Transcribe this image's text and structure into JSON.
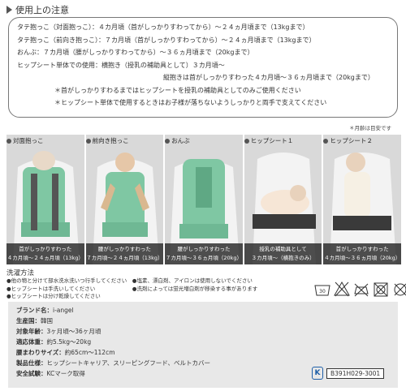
{
  "caution": {
    "title": "使用上の注意",
    "lines": [
      "タテ抱っこ（対面抱っこ）：４カ月頃（首がしっかりすわってから）～２４ヵ月頃まで（13kgまで）",
      "タテ抱っこ（前向き抱っこ）：７カ月頃（首がしっかりすわってから）～２４ヵ月頃まで（13kgまで）",
      "おんぶ：７カ月頃（腰がしっかりすわってから）～３６ヵ月頃まで（20kgまで）",
      "ヒップシート単体での使用：横抱き（授乳の補助具として）３カ月頃～",
      "縦抱きは首がしっかりすわった４カ月頃～３６ヵ月頃まで（20kgまで）",
      "＊首がしっかりすわるまではヒップシートを授乳の補助具としてのみご使用ください",
      "＊ヒップシート単体で使用するときはお子様が落ちないようしっかりと両手で支えてください"
    ],
    "footnote": "＊月齢は目安です"
  },
  "panels": [
    {
      "label": "対面抱っこ",
      "caption1": "首がしっかりすわった",
      "caption2": "４カ月頃～２４ヵ月頃（13kg）"
    },
    {
      "label": "前向き抱っこ",
      "caption1": "腰がしっかりすわった",
      "caption2": "７カ月頃～２４ヵ月頃（13kg）"
    },
    {
      "label": "おんぶ",
      "caption1": "腰がしっかりすわった",
      "caption2": "７カ月頃～３６ヵ月頃（20kg）"
    },
    {
      "label": "ヒップシート１",
      "caption1": "授乳の補助具として",
      "caption2": "３カ月頃～（横抱きのみ）"
    },
    {
      "label": "ヒップシート２",
      "caption1": "首がしっかりすわった",
      "caption2": "４カ月頃～３６ヵ月頃（20kg）"
    }
  ],
  "washing": {
    "title": "洗濯方法",
    "lines": [
      "●他の物と分けて部水洗水洗いつ行手してください　●塩素、漂白剤、アイロンは使用しないでください",
      "●ヒップシートは手洗いしてください　　　　　　　●洗剤によっては蛍光増白剤が移染する事があります",
      "●ヒップシートは分け乾燥してください"
    ],
    "icons": [
      "hand-wash-30-icon",
      "no-bleach-icon",
      "no-iron-icon",
      "no-tumble-dry-icon",
      "no-dry-clean-icon",
      "line-dry-icon"
    ]
  },
  "spec": {
    "rows": [
      {
        "k": "ブランド名：",
        "v": "i-angel"
      },
      {
        "k": "生産国：",
        "v": "韓国"
      },
      {
        "k": "対象年齢：",
        "v": "3ヶ月頃～36ヶ月頃"
      },
      {
        "k": "適応体重：",
        "v": "約5.5kg～20kg"
      },
      {
        "k": "腰まわりサイズ：",
        "v": "約65cm～112cm"
      },
      {
        "k": "製品仕様：",
        "v": "ヒップシートキャリア、スリーピングフード、ベルトカバー"
      },
      {
        "k": "安全試験：",
        "v": "KCマーク取得"
      }
    ],
    "kc_mark": "K",
    "kc_code": "B391H029-3001"
  },
  "colors": {
    "carrier": "#7fc7a3",
    "panel_bg": "#9a9a9a",
    "spec_bg": "#e8e8e8",
    "kc_blue": "#1e5fa8"
  }
}
